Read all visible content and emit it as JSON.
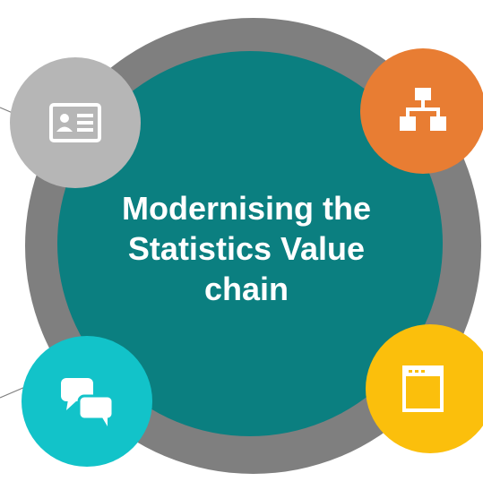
{
  "diagram": {
    "title": "Modernising the\nStatistics Value\nchain",
    "nodes": [
      {
        "id": "top-left",
        "icon": "id-card-icon",
        "color": "#b6b6b6"
      },
      {
        "id": "top-right",
        "icon": "hierarchy-icon",
        "color": "#e87d33"
      },
      {
        "id": "bottom-left",
        "icon": "chat-bubbles-icon",
        "color": "#12c3c9"
      },
      {
        "id": "bottom-right",
        "icon": "browser-window-icon",
        "color": "#fbbf0c"
      }
    ],
    "colors": {
      "outer_ring": "#7f7f7f",
      "inner_disc": "#0b7f80",
      "title_text": "#ffffff"
    }
  }
}
